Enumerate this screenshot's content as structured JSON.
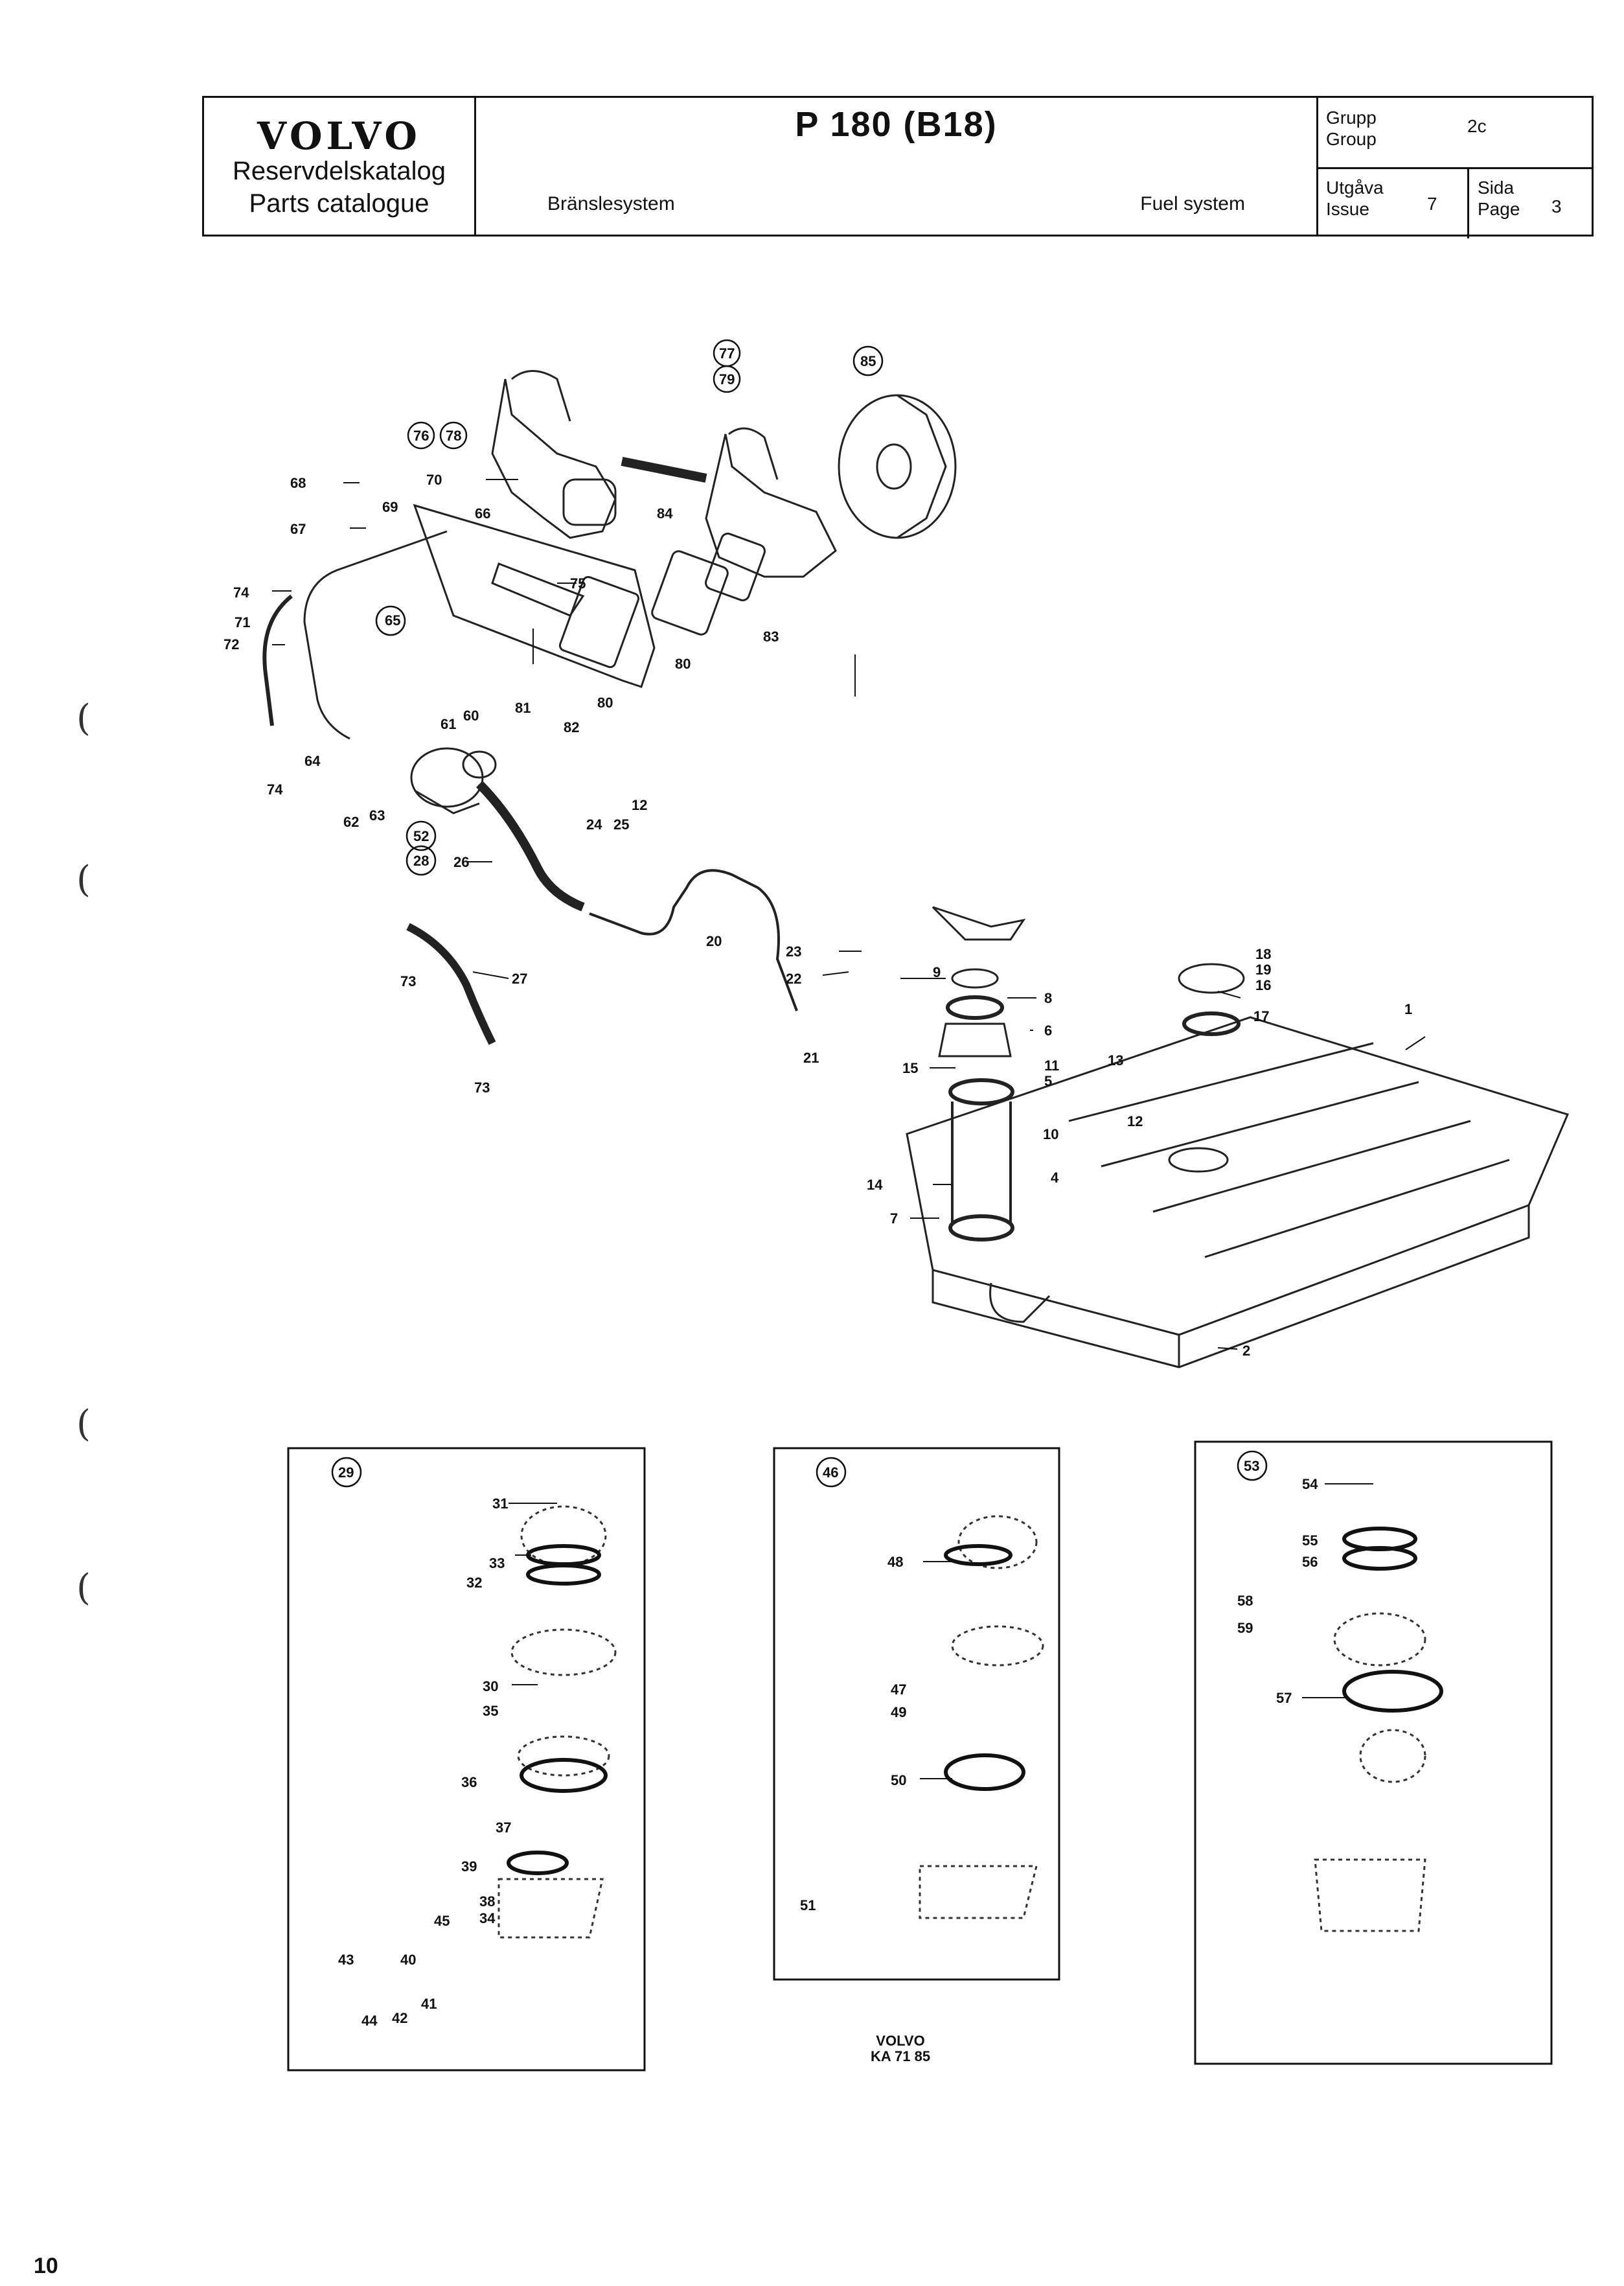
{
  "header": {
    "brand": "VOLVO",
    "catalog_sv": "Reservdelskatalog",
    "catalog_en": "Parts catalogue",
    "model": "P 180 (B18)",
    "section_sv": "Bränslesystem",
    "section_en": "Fuel system",
    "group_label_sv": "Grupp",
    "group_label_en": "Group",
    "group_value": "2c",
    "issue_label_sv": "Utgåva",
    "issue_label_en": "Issue",
    "issue_value": "7",
    "page_label_sv": "Sida",
    "page_label_en": "Page",
    "page_value": "3"
  },
  "callouts": {
    "c1": "1",
    "c2": "2",
    "c4": "4",
    "c5": "5",
    "c6": "6",
    "c7": "7",
    "c8": "8",
    "c9": "9",
    "c10": "10",
    "c11": "11",
    "c12": "12",
    "c12b": "12",
    "c13": "13",
    "c14": "14",
    "c15": "15",
    "c16": "16",
    "c17": "17",
    "c18": "18",
    "c19": "19",
    "c20": "20",
    "c21": "21",
    "c22": "22",
    "c23": "23",
    "c24": "24",
    "c25": "25",
    "c26": "26",
    "c27": "27",
    "c28": "28",
    "c29": "29",
    "c30": "30",
    "c31": "31",
    "c32": "32",
    "c33": "33",
    "c34": "34",
    "c35": "35",
    "c36": "36",
    "c37": "37",
    "c38": "38",
    "c39": "39",
    "c40": "40",
    "c41": "41",
    "c42": "42",
    "c43": "43",
    "c44": "44",
    "c45": "45",
    "c46": "46",
    "c47": "47",
    "c48": "48",
    "c49": "49",
    "c50": "50",
    "c51": "51",
    "c52": "52",
    "c53": "53",
    "c54": "54",
    "c55": "55",
    "c56": "56",
    "c57": "57",
    "c58": "58",
    "c59": "59",
    "c60": "60",
    "c61": "61",
    "c62": "62",
    "c63": "63",
    "c64": "64",
    "c65": "65",
    "c66": "66",
    "c67": "67",
    "c68": "68",
    "c69": "69",
    "c70": "70",
    "c71": "71",
    "c72": "72",
    "c73a": "73",
    "c73b": "73",
    "c74a": "74",
    "c74b": "74",
    "c75": "75",
    "c76": "76",
    "c77": "77",
    "c78": "78",
    "c79": "79",
    "c80a": "80",
    "c80b": "80",
    "c81": "81",
    "c82": "82",
    "c83": "83",
    "c84": "84",
    "c85": "85"
  },
  "footer": {
    "brand": "VOLVO",
    "drawing_no": "KA 71 85",
    "page_number": "10"
  }
}
